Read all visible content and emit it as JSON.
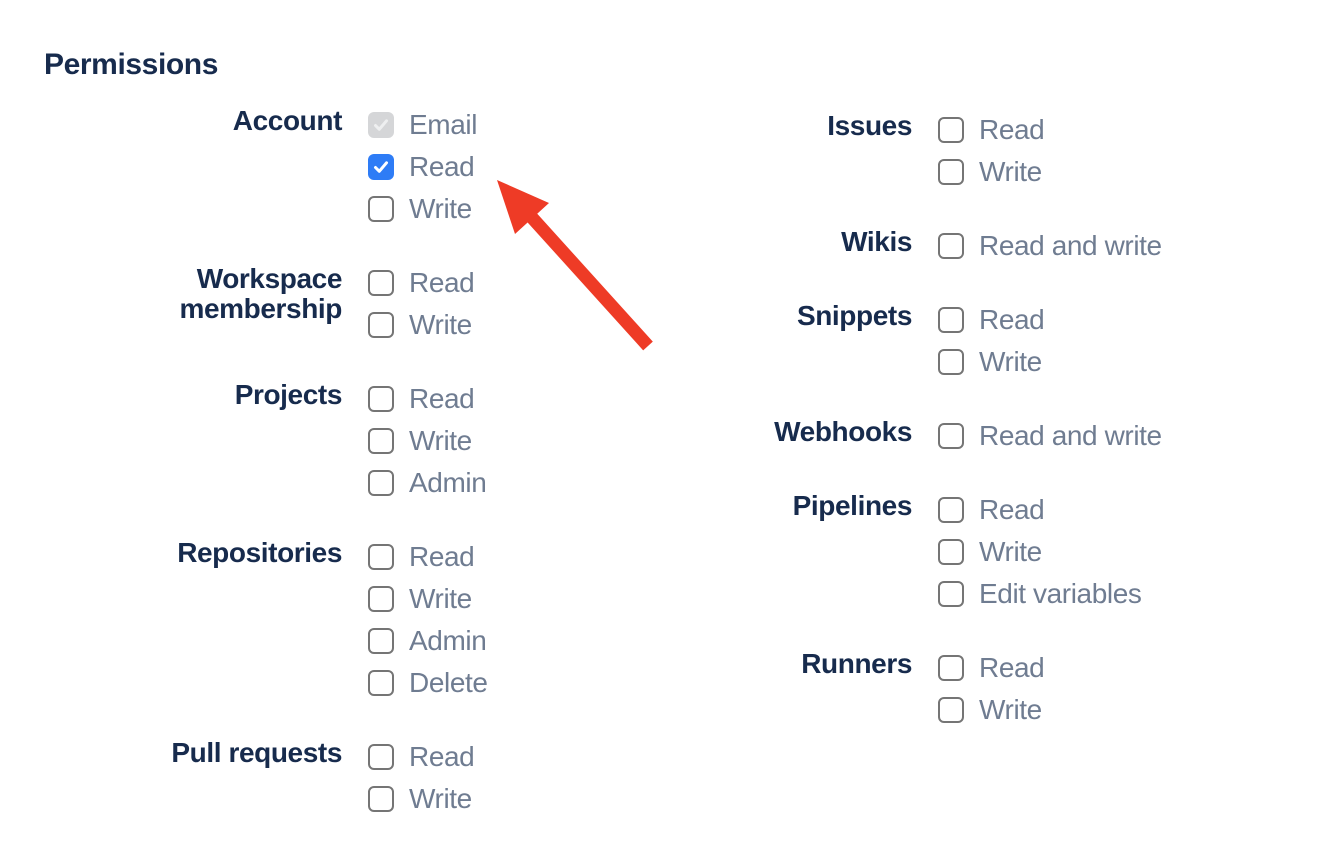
{
  "page": {
    "title": "Permissions"
  },
  "colors": {
    "navy": "#172B4D",
    "option_label_gray": "#6F7C91",
    "checkbox_border": "#757575",
    "checkbox_checked_blue": "#2E7CF6",
    "checkbox_disabled_bg": "#D5D6D8",
    "checkbox_disabled_tick": "#EEEFF0",
    "arrow_red": "#EE3B26"
  },
  "permissions": {
    "columns": [
      {
        "name": "left",
        "groups": [
          {
            "label": "Account",
            "options": [
              {
                "label": "Email",
                "state": "checked_disabled"
              },
              {
                "label": "Read",
                "state": "checked"
              },
              {
                "label": "Write",
                "state": "unchecked"
              }
            ]
          },
          {
            "label": "Workspace membership",
            "options": [
              {
                "label": "Read",
                "state": "unchecked"
              },
              {
                "label": "Write",
                "state": "unchecked"
              }
            ]
          },
          {
            "label": "Projects",
            "options": [
              {
                "label": "Read",
                "state": "unchecked"
              },
              {
                "label": "Write",
                "state": "unchecked"
              },
              {
                "label": "Admin",
                "state": "unchecked"
              }
            ]
          },
          {
            "label": "Repositories",
            "options": [
              {
                "label": "Read",
                "state": "unchecked"
              },
              {
                "label": "Write",
                "state": "unchecked"
              },
              {
                "label": "Admin",
                "state": "unchecked"
              },
              {
                "label": "Delete",
                "state": "unchecked"
              }
            ]
          },
          {
            "label": "Pull requests",
            "options": [
              {
                "label": "Read",
                "state": "unchecked"
              },
              {
                "label": "Write",
                "state": "unchecked"
              }
            ]
          }
        ]
      },
      {
        "name": "right",
        "groups": [
          {
            "label": "Issues",
            "options": [
              {
                "label": "Read",
                "state": "unchecked"
              },
              {
                "label": "Write",
                "state": "unchecked"
              }
            ]
          },
          {
            "label": "Wikis",
            "options": [
              {
                "label": "Read and write",
                "state": "unchecked"
              }
            ]
          },
          {
            "label": "Snippets",
            "options": [
              {
                "label": "Read",
                "state": "unchecked"
              },
              {
                "label": "Write",
                "state": "unchecked"
              }
            ]
          },
          {
            "label": "Webhooks",
            "options": [
              {
                "label": "Read and write",
                "state": "unchecked"
              }
            ]
          },
          {
            "label": "Pipelines",
            "options": [
              {
                "label": "Read",
                "state": "unchecked"
              },
              {
                "label": "Write",
                "state": "unchecked"
              },
              {
                "label": "Edit variables",
                "state": "unchecked"
              }
            ]
          },
          {
            "label": "Runners",
            "options": [
              {
                "label": "Read",
                "state": "unchecked"
              },
              {
                "label": "Write",
                "state": "unchecked"
              }
            ]
          }
        ]
      }
    ]
  },
  "annotation_arrow": {
    "color": "#EE3B26",
    "points_to": "Account Read checkbox"
  }
}
